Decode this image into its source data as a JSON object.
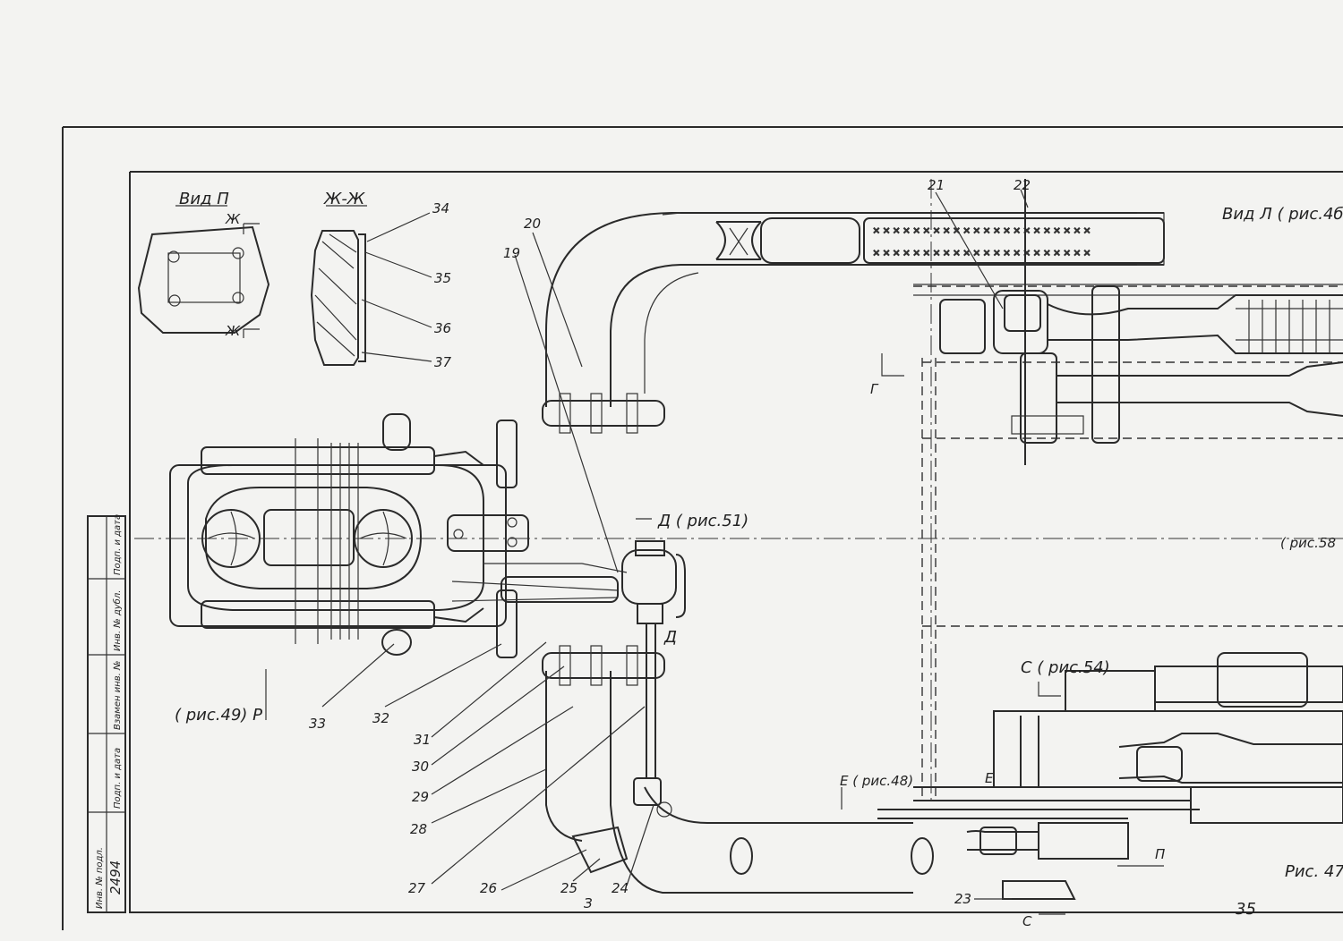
{
  "views": {
    "view_p": "Вид П",
    "section_zh": "Ж-Ж",
    "section_zh_top": "Ж",
    "section_zh_bottom": "Ж",
    "view_l": "Вид Л (  рис.4б",
    "ref_d": "Д (  рис.51)",
    "ref_d_end": "Д",
    "ref_58": "(  рис.58",
    "ref_s": "С (  рис.54)",
    "ref_e": "Е (  рис.48)",
    "ref_e_end": "Е",
    "ref_r": "(  рис.49) Р",
    "mark_g": "Г",
    "mark_p": "П",
    "mark_s_end": "С",
    "mark_z": "З"
  },
  "callouts": [
    "19",
    "20",
    "21",
    "22",
    "23",
    "24",
    "25",
    "26",
    "27",
    "28",
    "29",
    "30",
    "31",
    "32",
    "33",
    "34",
    "35",
    "36",
    "37"
  ],
  "figure": "Рис. 47.",
  "page_number": "35",
  "title_block": {
    "col1": "Подп. и дата",
    "col2": "Инв. № дубл.",
    "col3": "Взамен инв. №",
    "col4": "Подп. и дата",
    "col5": "Инв. № подл.",
    "inv_number": "2494"
  }
}
